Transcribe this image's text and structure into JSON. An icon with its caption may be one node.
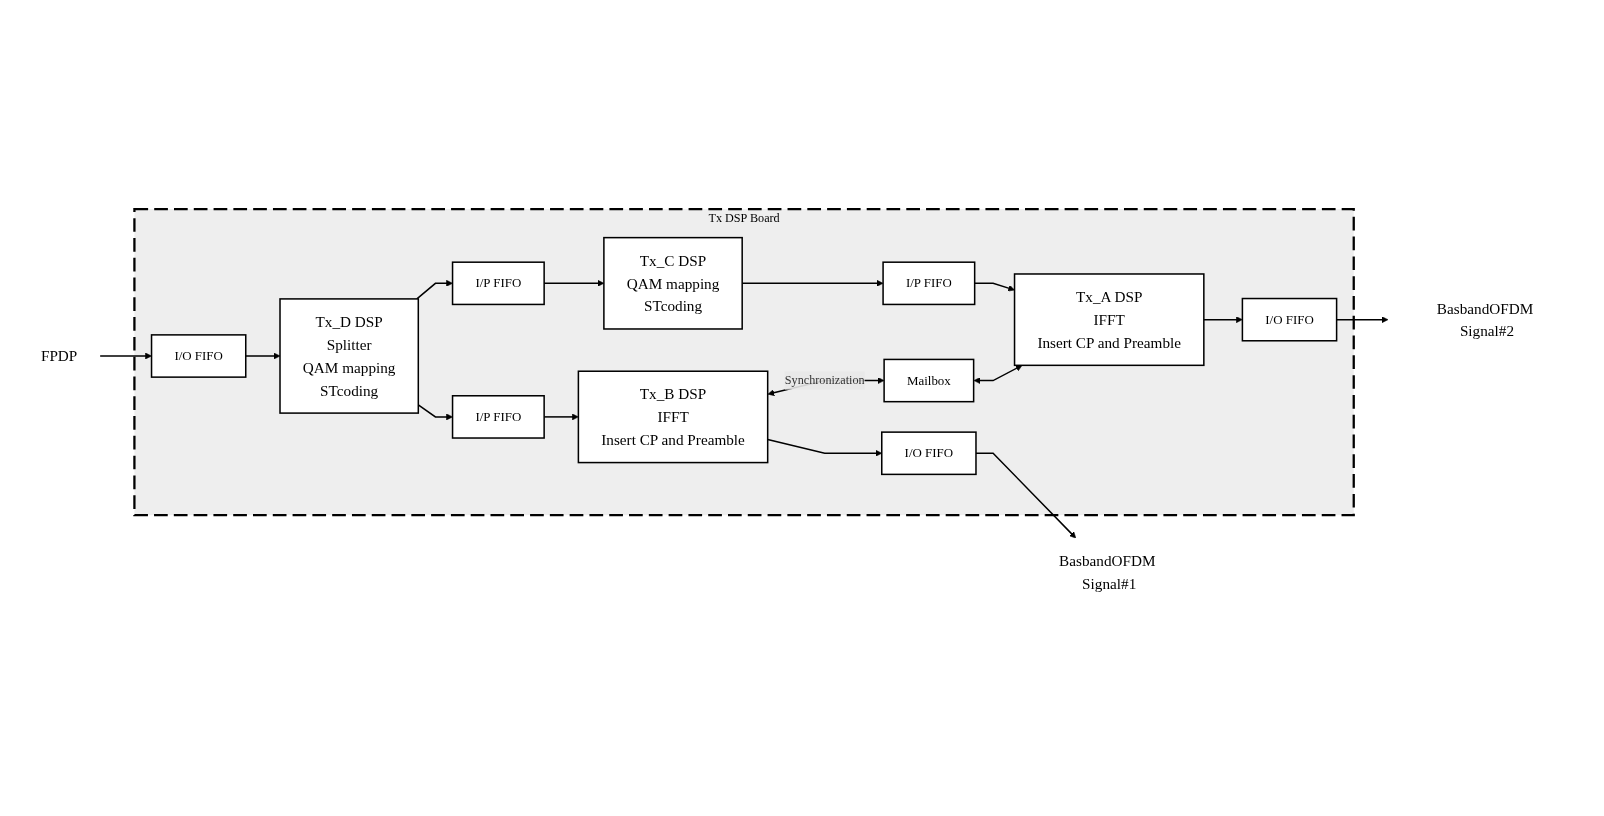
{
  "diagram": {
    "nodes": [
      {
        "text": [
          "FPDP"
        ]
      },
      {
        "text": [
          "Tx DSP Board"
        ]
      },
      {
        "text": [
          "I/O FIFO"
        ],
        "in": 1
      },
      {
        "text": [
          "Tx_D DSP",
          "Splitter",
          "QAM mapping",
          "STcoding"
        ],
        "in": 1
      },
      {
        "text": [
          "I/P FIFO"
        ],
        "in": 1
      },
      {
        "text": [
          "Tx_B DSP",
          "IFFT",
          "Insert CP and Preamble"
        ],
        "in": 1
      },
      {
        "text": [
          "I/O FIFO"
        ],
        "in": 1
      },
      {
        "text": [
          "I/P FIFO"
        ],
        "in": 1
      },
      {
        "text": [
          "Mailbox"
        ],
        "in": 1
      },
      {
        "text": [
          "Tx_C DSP",
          "QAM mapping",
          "STcoding"
        ],
        "in": 1
      },
      {
        "text": [
          "I/P FIFO"
        ],
        "in": 1
      },
      {
        "text": [
          "Tx_A DSP",
          "IFFT",
          "Insert CP and Preamble"
        ],
        "in": 1
      },
      {
        "text": [
          "I/O FIFO"
        ],
        "in": 1
      },
      {
        "text": [
          "BasbandOFDM Signal#1"
        ]
      },
      {
        "text": [
          "BasbandOFDM Signal#2"
        ]
      }
    ],
    "edges": [
      {
        "from": 0,
        "to": 2,
        "arrow": "to"
      },
      {
        "from": 2,
        "to": 3,
        "arrow": "to"
      },
      {
        "from": 3,
        "to": 4,
        "arrow": "to"
      },
      {
        "from": 4,
        "to": 5,
        "arrow": "to"
      },
      {
        "from": 5,
        "to": 6,
        "arrow": "to"
      },
      {
        "from": 6,
        "to": 13,
        "arrow": "to"
      },
      {
        "from": 3,
        "to": 7,
        "arrow": "to"
      },
      {
        "from": 7,
        "to": 9,
        "arrow": "to"
      },
      {
        "from": 9,
        "to": 10,
        "arrow": "to"
      },
      {
        "from": 10,
        "to": 11,
        "arrow": "to"
      },
      {
        "from": 11,
        "to": 12,
        "arrow": "to"
      },
      {
        "from": 12,
        "to": 14,
        "arrow": "to"
      },
      {
        "from": 5,
        "to": 8,
        "arrow": "both",
        "label": "Synchronization"
      },
      {
        "from": 8,
        "to": 11,
        "arrow": "both"
      }
    ]
  }
}
